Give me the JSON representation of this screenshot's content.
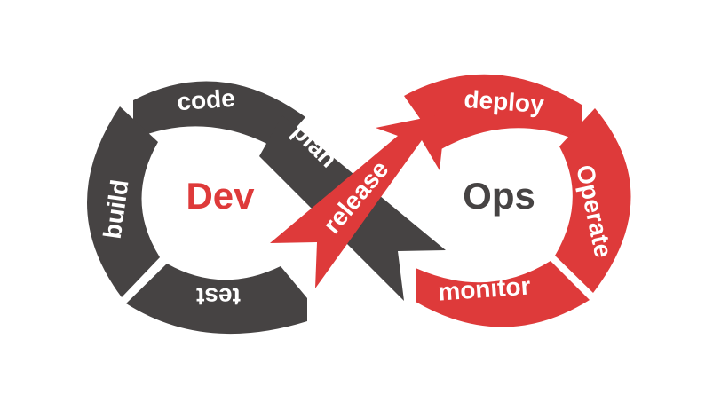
{
  "center": {
    "dev": "Dev",
    "ops": "Ops"
  },
  "stages": {
    "plan": "plan",
    "code": "code",
    "build": "build",
    "test": "test",
    "release": "release",
    "deploy": "deploy",
    "operate": "Operate",
    "monitor": "monitor"
  },
  "colors": {
    "dev": "#de3a3a",
    "ops": "#464343",
    "dark_segment": "#464343",
    "red_segment": "#de3a3a"
  }
}
